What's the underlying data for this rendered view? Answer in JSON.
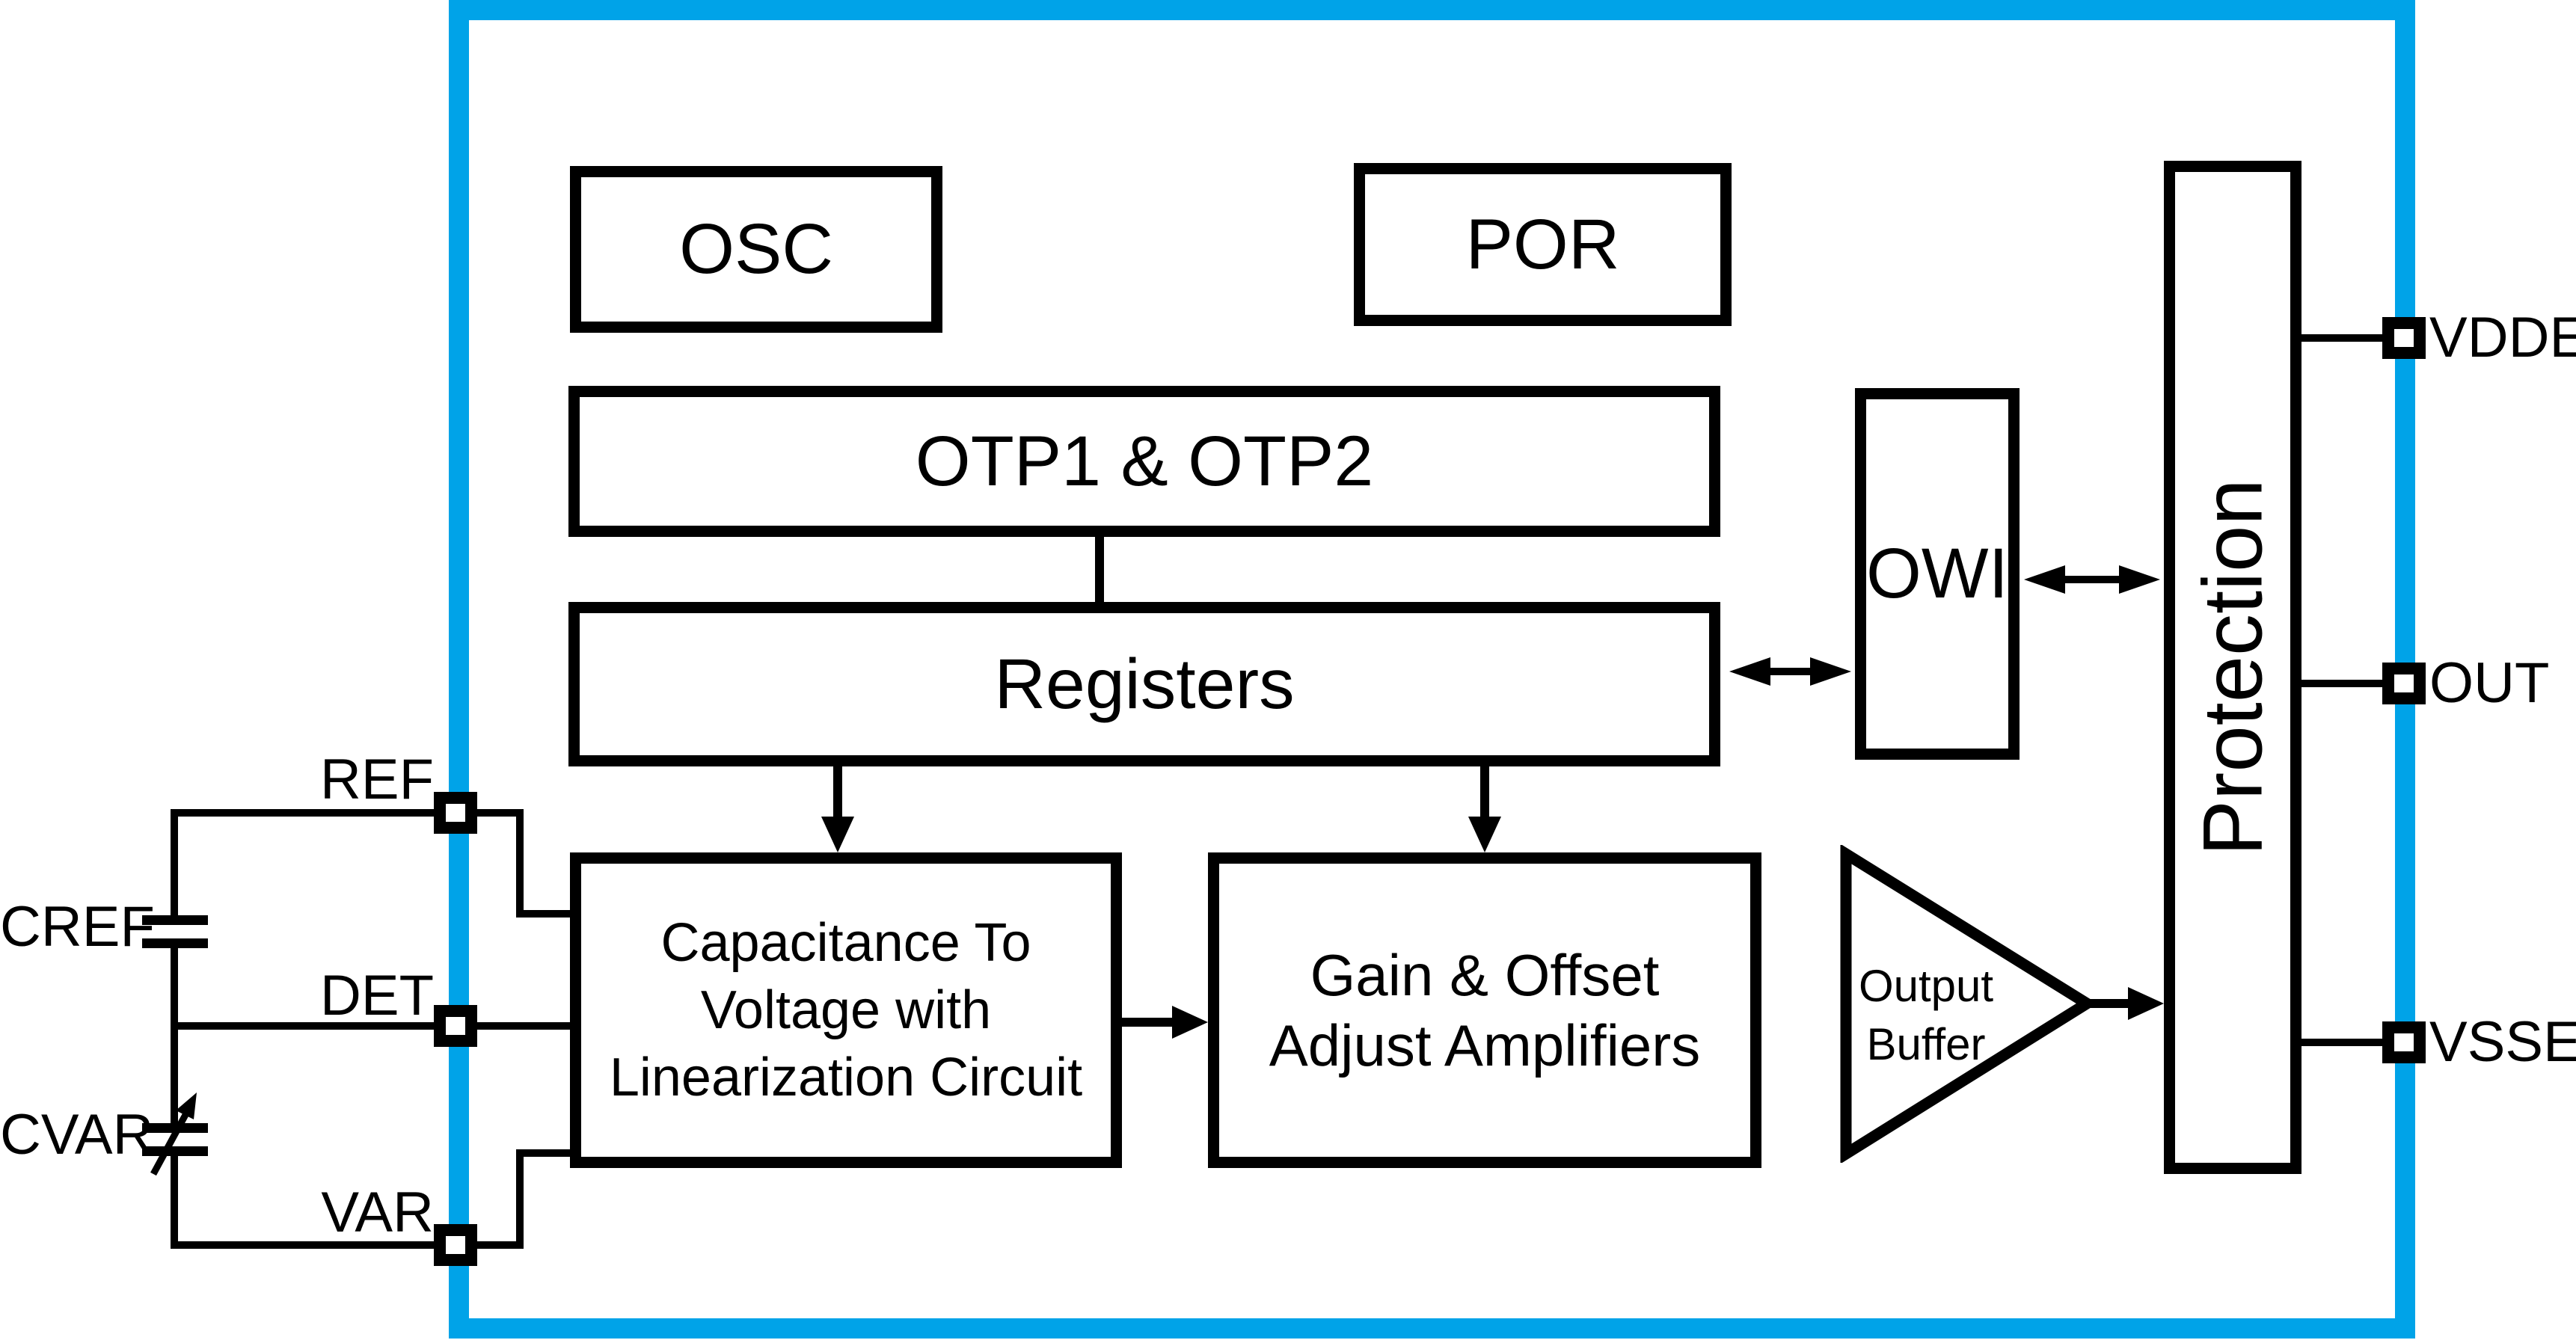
{
  "colors": {
    "chip_border": "#00A3E8",
    "ink": "#000000"
  },
  "blocks": {
    "osc": {
      "label": "OSC"
    },
    "por": {
      "label": "POR"
    },
    "otp": {
      "label": "OTP1 & OTP2"
    },
    "registers": {
      "label": "Registers"
    },
    "owi": {
      "label": "OWI"
    },
    "protection": {
      "label": "Protection"
    },
    "cap_to_voltage": {
      "line1": "Capacitance To",
      "line2": "Voltage with",
      "line3": "Linearization Circuit"
    },
    "gain_offset": {
      "line1": "Gain & Offset",
      "line2": "Adjust Amplifiers"
    },
    "output_buffer": {
      "line1": "Output",
      "line2": "Buffer"
    }
  },
  "pins": {
    "left": [
      {
        "name": "REF"
      },
      {
        "name": "DET"
      },
      {
        "name": "VAR"
      }
    ],
    "right": [
      {
        "name": "VDDE"
      },
      {
        "name": "OUT"
      },
      {
        "name": "VSSE"
      }
    ]
  },
  "external_components": [
    {
      "name": "CREF",
      "type": "fixed-capacitor"
    },
    {
      "name": "CVAR",
      "type": "variable-capacitor"
    }
  ]
}
